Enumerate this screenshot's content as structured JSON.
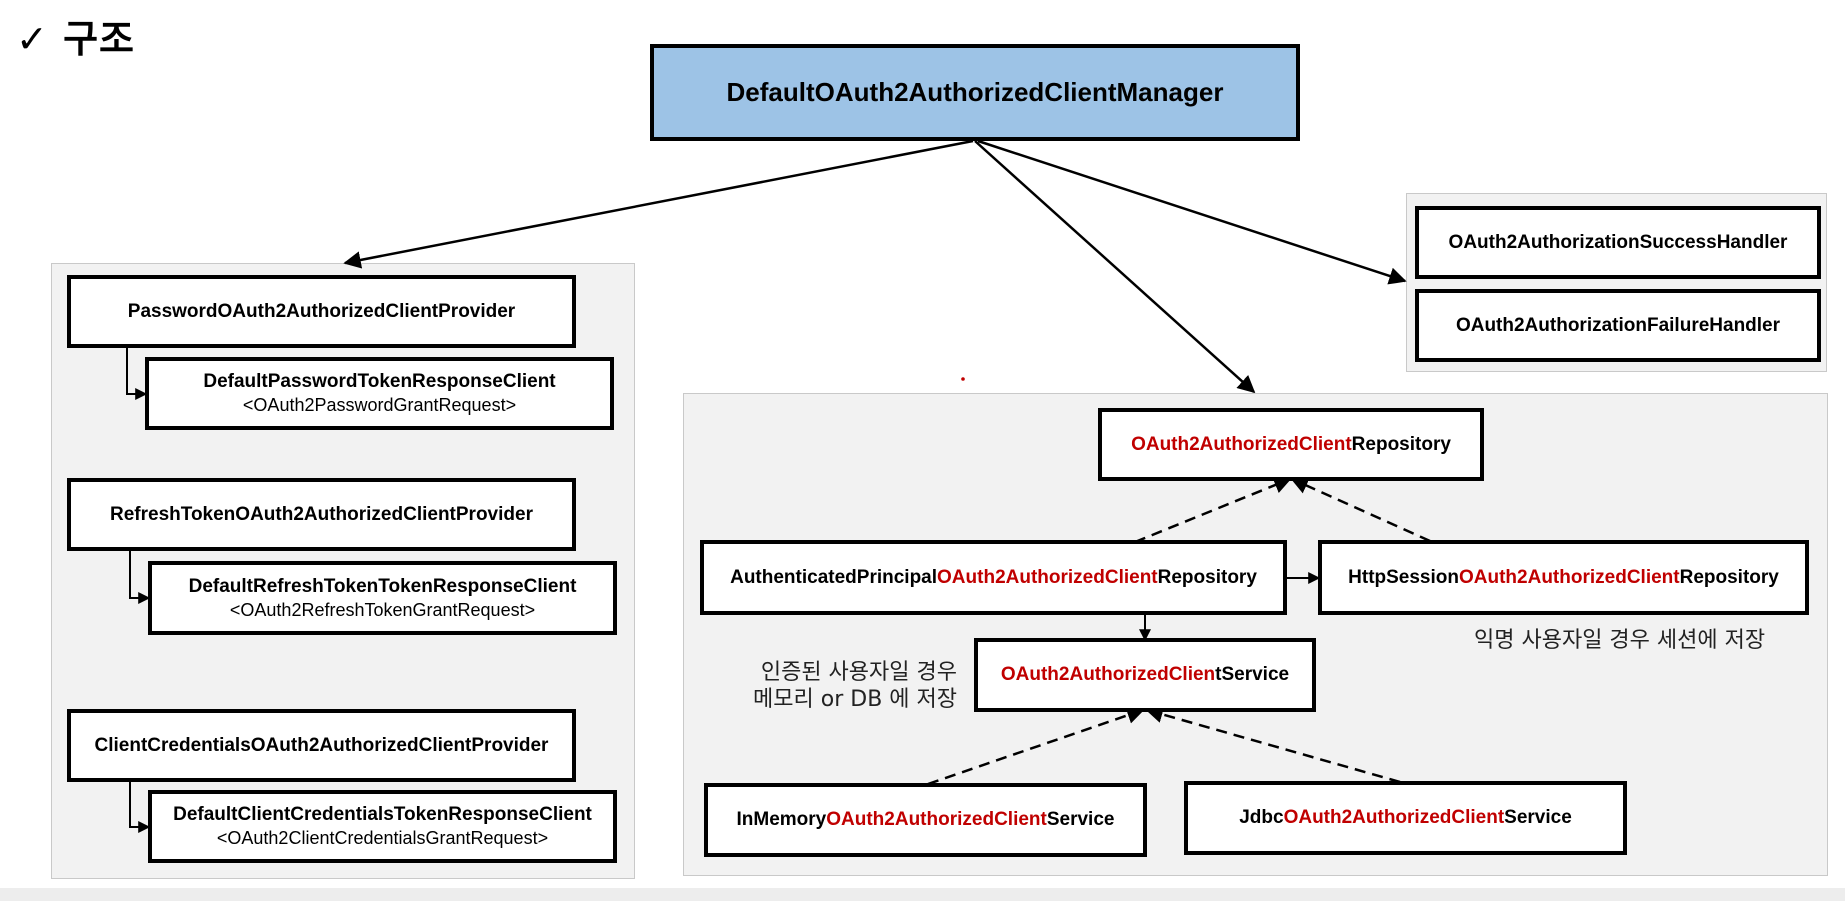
{
  "title": {
    "check": "✓",
    "text": "구조"
  },
  "manager": "DefaultOAuth2AuthorizedClientManager",
  "providers": [
    {
      "name": "PasswordOAuth2AuthorizedClientProvider",
      "client": "DefaultPasswordTokenResponseClient",
      "request": "<OAuth2PasswordGrantRequest>"
    },
    {
      "name": "RefreshTokenOAuth2AuthorizedClientProvider",
      "client": "DefaultRefreshTokenTokenResponseClient",
      "request": "<OAuth2RefreshTokenGrantRequest>"
    },
    {
      "name": "ClientCredentialsOAuth2AuthorizedClientProvider",
      "client": "DefaultClientCredentialsTokenResponseClient",
      "request": "<OAuth2ClientCredentialsGrantRequest>"
    }
  ],
  "handlers": {
    "success": "OAuth2AuthorizationSuccessHandler",
    "failure": "OAuth2AuthorizationFailureHandler"
  },
  "repository": {
    "red": "OAuth2AuthorizedClient",
    "suffix": "Repository"
  },
  "auth_principal_repo": {
    "prefix": "AuthenticatedPrincipal",
    "red": "OAuth2AuthorizedClient",
    "suffix": "Repository"
  },
  "http_session_repo": {
    "prefix": "HttpSession",
    "red": "OAuth2AuthorizedClient",
    "suffix": "Repository"
  },
  "service": {
    "red": "OAuth2AuthorizedClien",
    "suffix": "tService"
  },
  "in_memory_service": {
    "prefix": "InMemory",
    "red": "OAuth2AuthorizedClient",
    "suffix": "Service"
  },
  "jdbc_service": {
    "prefix": "Jdbc",
    "red": "OAuth2AuthorizedClient",
    "suffix": "Service"
  },
  "notes": {
    "authenticated_line1": "인증된 사용자일 경우",
    "authenticated_line2": "메모리 or DB 에 저장",
    "anonymous": "익명 사용자일 경우 세션에 저장"
  },
  "colors": {
    "manager_fill": "#9dc3e6",
    "highlight_text": "#c00000",
    "panel_fill": "#f2f2f2"
  }
}
